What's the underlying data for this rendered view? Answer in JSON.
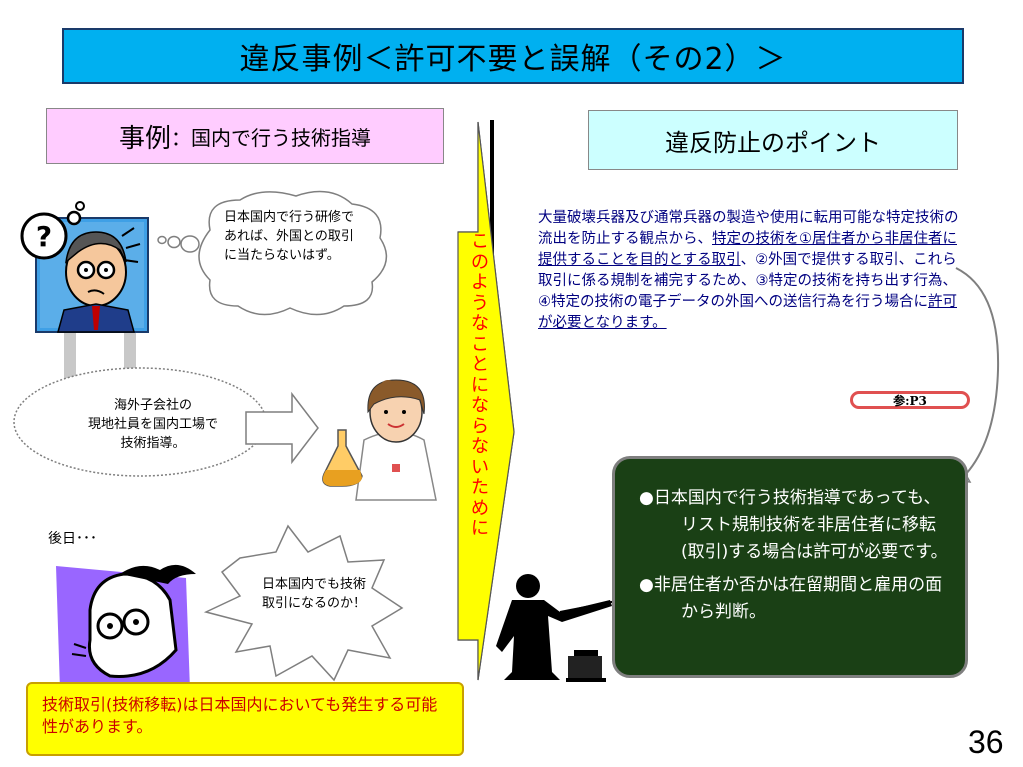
{
  "title": "違反事例＜許可不要と誤解（その2）＞",
  "case": {
    "label": "事例",
    "sep": "：",
    "text": "国内で行う技術指導"
  },
  "points_header": "違反防止のポイント",
  "thought_bubble": "日本国内で行う研修であれば、外国との取引に当たらないはず。",
  "speech_bubble": [
    "海外子会社の",
    "現地社員を国内工場で",
    "技術指導。"
  ],
  "later_label": "後日･･･",
  "burst_bubble": "日本国内でも技術取引になるのか！",
  "vertical_text": "このようなことにならないために",
  "explanation": {
    "p1": " 大量破壊兵器及び通常兵器の製造や使用に転用可能な特定技術の流出を防止する観点から、",
    "u1": "特定の技術を①居住者から非居住者に提供することを目的とする取引",
    "p2": "、②外国で提供する取引、これら取引に係る規制を補完するため、③特定の技術を持ち出す行為、④特定の技術の電子データの外国への送信行為を行う場合に",
    "u2": "許可が必要となります。"
  },
  "ref_label": "参:P3",
  "green_items": [
    "●日本国内で行う技術指導であっても、リスト規制技術を非居住者に移転(取引)する場合は許可が必要です。",
    "●非居住者か否かは在留期間と雇用の面から判断。"
  ],
  "note": "技術取引(技術移転)は日本国内においても発生する可能性があります。",
  "page_number": "36",
  "colors": {
    "title_bg": "#00b0f0",
    "case_bg": "#ffccff",
    "points_bg": "#ccffff",
    "arrow": "#ffff00",
    "green_box": "#1a4015",
    "note_bg": "#ffff00",
    "note_text": "#cc0000",
    "explain_text": "#000080"
  }
}
